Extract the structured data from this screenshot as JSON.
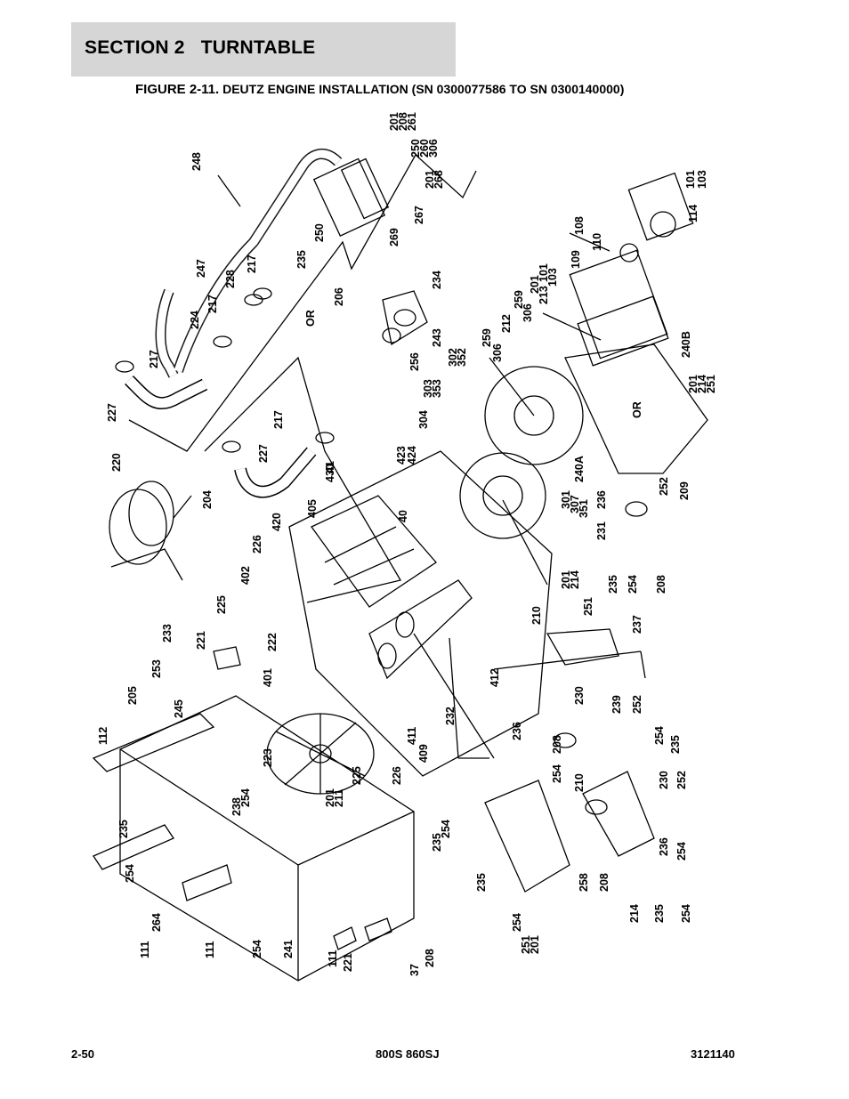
{
  "header": {
    "section": "SECTION 2   TURNTABLE",
    "figure_label": "FIGURE 2-11.",
    "figure_title": "DEUTZ ENGINE INSTALLATION (SN 0300077586 TO SN 0300140000)"
  },
  "footer": {
    "page": "2-50",
    "model": "800S 860SJ",
    "doc_number": "3121140"
  },
  "diagram": {
    "or_labels": [
      "OR",
      "OR"
    ],
    "part_numbers": [
      "201",
      "208",
      "261",
      "250",
      "260",
      "306",
      "201",
      "268",
      "248",
      "267",
      "235",
      "250",
      "269",
      "101",
      "103",
      "114",
      "108",
      "110",
      "109",
      "201",
      "101",
      "213",
      "103",
      "259",
      "306",
      "212",
      "259",
      "306",
      "302",
      "352",
      "303",
      "353",
      "304",
      "240B",
      "201",
      "214",
      "251",
      "OR",
      "234",
      "243",
      "256",
      "206",
      "247",
      "228",
      "217",
      "224",
      "217",
      "217",
      "227",
      "217",
      "227",
      "220",
      "204",
      "423",
      "424",
      "430",
      "41",
      "405",
      "420",
      "226",
      "402",
      "225",
      "40",
      "301",
      "307",
      "351",
      "240A",
      "236",
      "231",
      "252",
      "209",
      "235",
      "254",
      "208",
      "201",
      "214",
      "251",
      "210",
      "237",
      "233",
      "253",
      "205",
      "221",
      "222",
      "401",
      "245",
      "112",
      "223",
      "201",
      "211",
      "225",
      "226",
      "409",
      "411",
      "232",
      "412",
      "230",
      "239",
      "252",
      "236",
      "208",
      "254",
      "235",
      "254",
      "210",
      "230",
      "252",
      "236",
      "254",
      "235",
      "238",
      "254",
      "235",
      "254",
      "235",
      "258",
      "208",
      "254",
      "111",
      "111",
      "264",
      "254",
      "241",
      "111",
      "221",
      "37",
      "208",
      "254",
      "251",
      "201",
      "214",
      "235",
      "254",
      "208"
    ]
  }
}
